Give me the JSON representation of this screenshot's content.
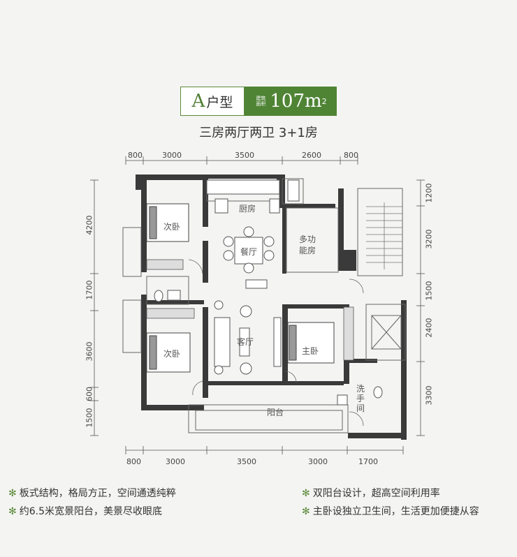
{
  "header": {
    "type_letter": "A",
    "type_suffix": "户型",
    "area_small_1": "建筑",
    "area_small_2": "面积",
    "area_value": "107m",
    "area_sup": "2",
    "subtitle": "三房两厅两卫 3+1房"
  },
  "dims": {
    "top": [
      "800",
      "3000",
      "3500",
      "2600",
      "800"
    ],
    "bottom": [
      "800",
      "3000",
      "3500",
      "3000",
      "1700"
    ],
    "left": [
      "4200",
      "1700",
      "3600",
      "600",
      "1500"
    ],
    "right": [
      "1200",
      "3200",
      "1500",
      "2400",
      "3300"
    ]
  },
  "rooms": {
    "bedroom2_top": "次卧",
    "kitchen": "厨房",
    "dining": "餐厅",
    "multi_1": "多功",
    "multi_2": "能房",
    "bedroom2_bottom": "次卧",
    "living": "客厅",
    "master": "主卧",
    "balcony": "阳台",
    "bath_1": "洗",
    "bath_2": "手",
    "bath_3": "间"
  },
  "features": [
    "板式结构，格局方正，空间通透纯粹",
    "约6.5米宽景阳台，美景尽收眼底",
    "双阳台设计，超高空间利用率",
    "主卧设独立卫生间，生活更加便捷从容"
  ],
  "colors": {
    "accent": "#4f8435",
    "wall": "#333333"
  }
}
